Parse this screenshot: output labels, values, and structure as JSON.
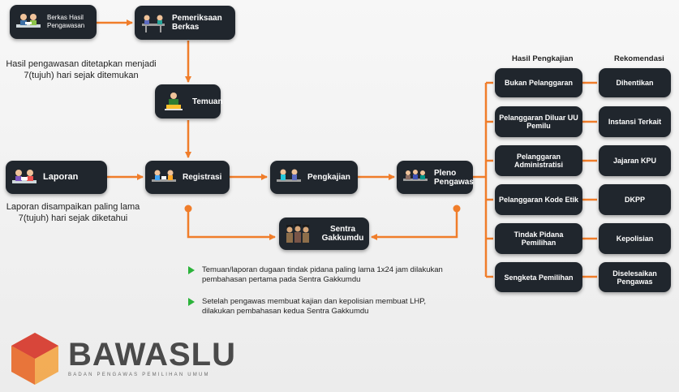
{
  "colors": {
    "node_bg": "#20262d",
    "arrow": "#f07d2a",
    "bullet": "#2bb33a",
    "logo_red": "#d8463a",
    "logo_orange": "#f3a13b",
    "logo_gray": "#4a4a4a"
  },
  "nodes": {
    "berkas": "Berkas Hasil Pengawasan",
    "pemeriksaan": "Pemeriksaan Berkas",
    "temuan": "Temuan",
    "laporan": "Laporan",
    "registrasi": "Registrasi",
    "pengkajian": "Pengkajian",
    "pleno": "Pleno Pengawas",
    "sentra": "Sentra Gakkumdu"
  },
  "notes": {
    "hasil_pengawasan": "Hasil pengawasan ditetapkan menjadi 7(tujuh) hari sejak ditemukan",
    "laporan": "Laporan disampaikan paling lama 7(tujuh) hari sejak diketahui"
  },
  "columns": {
    "hasil": "Hasil Pengkajian",
    "rekomendasi": "Rekomendasi"
  },
  "results": [
    {
      "hasil": "Bukan Pelanggaran",
      "rekomendasi": "Dihentikan"
    },
    {
      "hasil": "Pelanggaran Diluar UU Pemilu",
      "rekomendasi": "Instansi Terkait"
    },
    {
      "hasil": "Pelanggaran Administratisi",
      "rekomendasi": "Jajaran KPU"
    },
    {
      "hasil": "Pelanggaran Kode Etik",
      "rekomendasi": "DKPP"
    },
    {
      "hasil": "Tindak Pidana Pemilihan",
      "rekomendasi": "Kepolisian"
    },
    {
      "hasil": "Sengketa Pemilihan",
      "rekomendasi": "Diselesaikan Pengawas"
    }
  ],
  "bullets": [
    "Temuan/laporan dugaan tindak pidana paling lama 1x24 jam dilakukan pembahasan pertama pada Sentra Gakkumdu",
    "Setelah pengawas membuat kajian dan kepolisian membuat LHP, dilakukan pembahasan kedua Sentra Gakkumdu"
  ],
  "logo": {
    "name": "BAWASLU",
    "subtitle": "BADAN PENGAWAS PEMILIHAN UMUM"
  },
  "icons": [
    "people-at-desk-icon",
    "meeting-table-icon",
    "reading-person-icon",
    "police-officers-icon"
  ]
}
